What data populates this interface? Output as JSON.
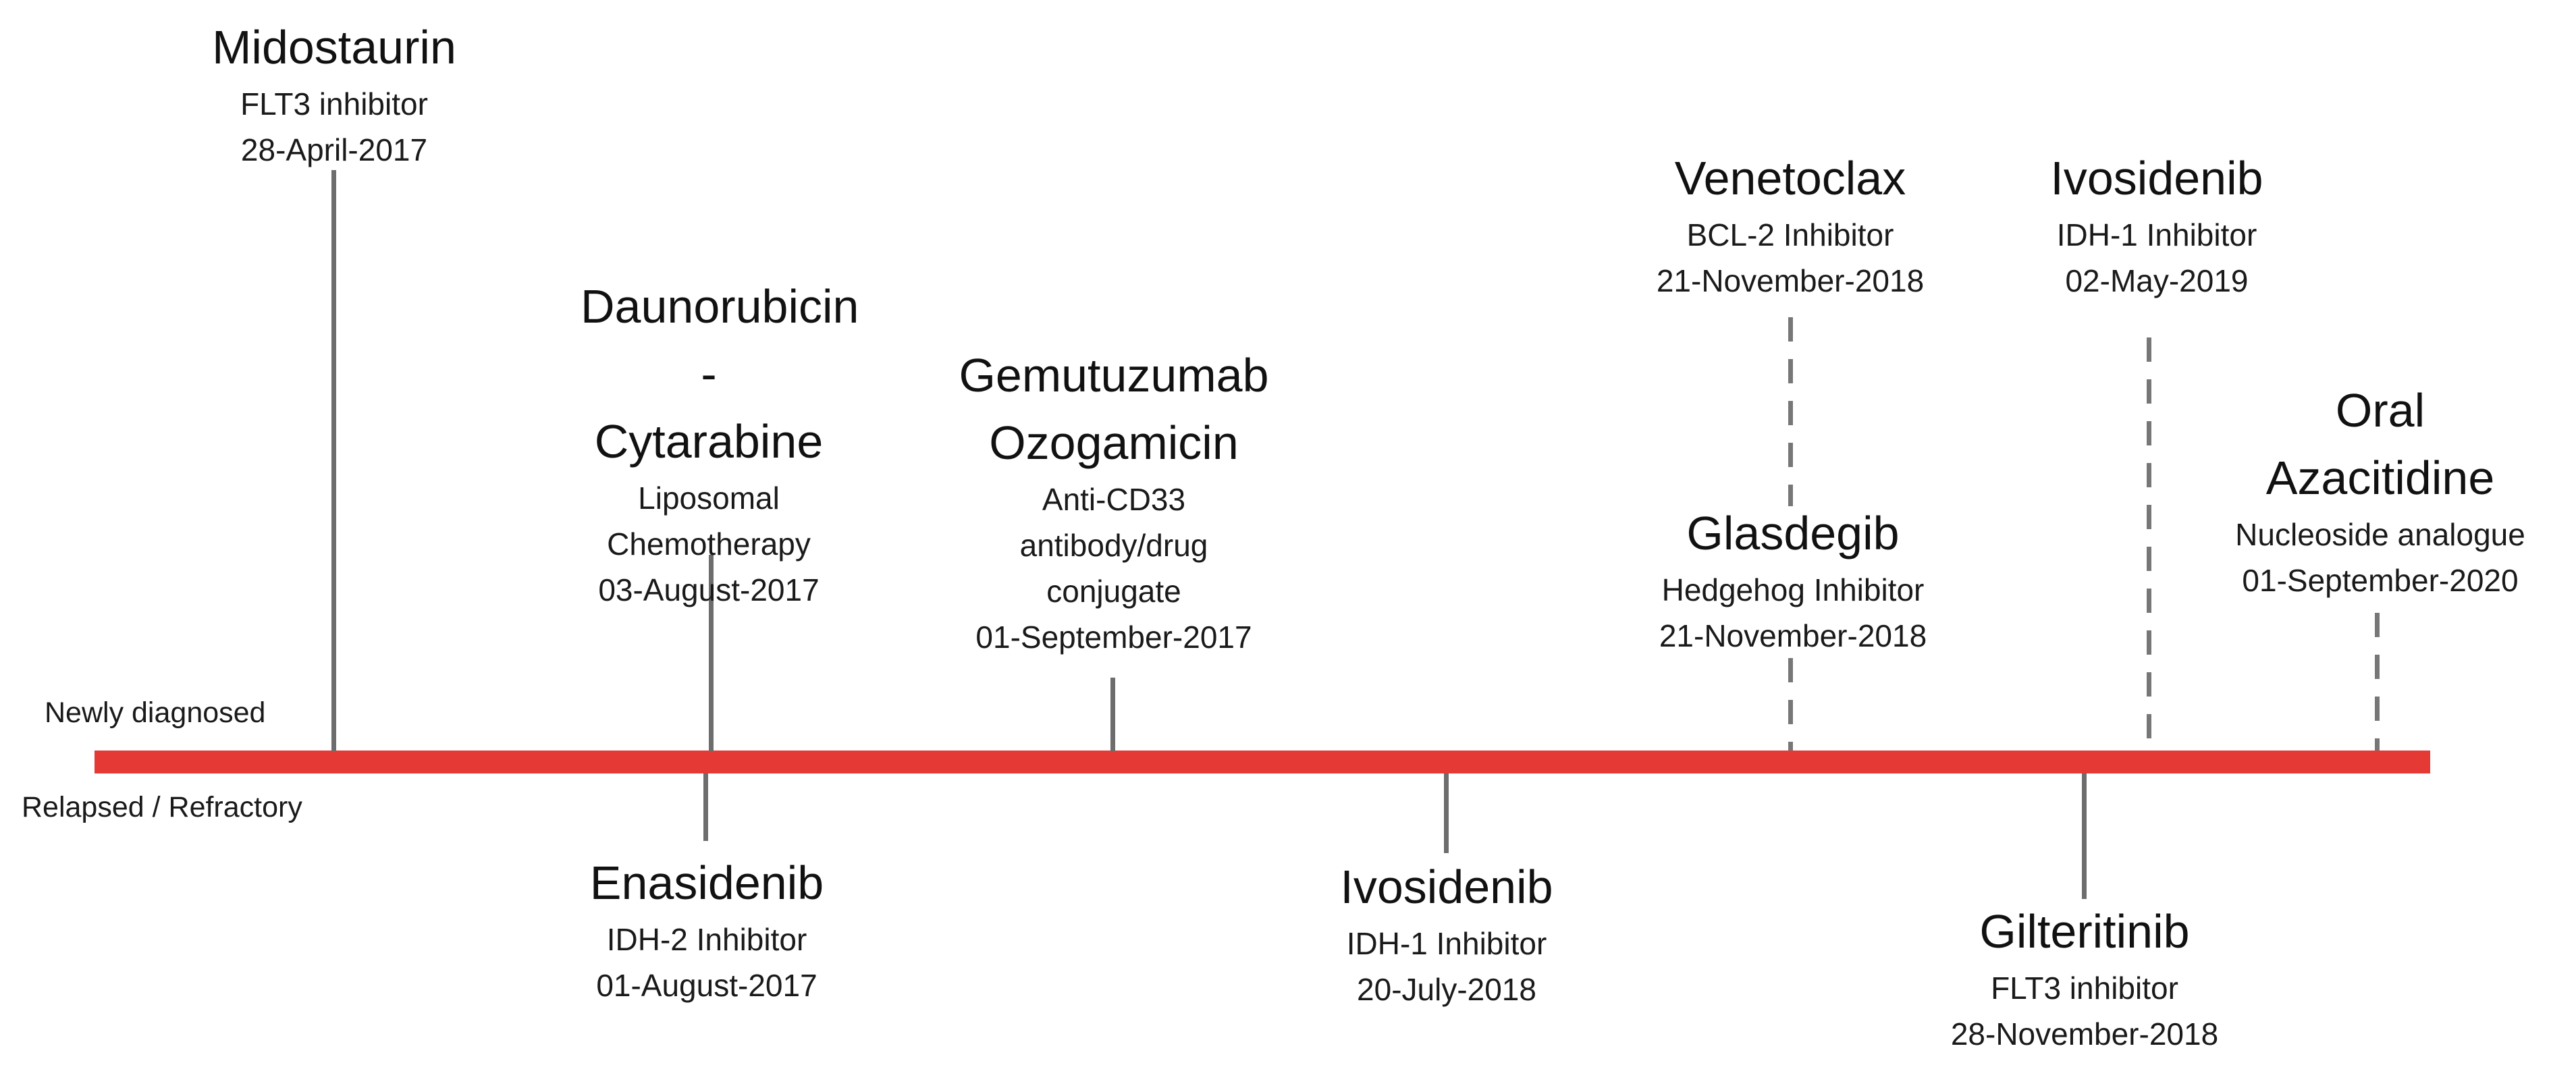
{
  "axis": {
    "top_label": "Newly diagnosed",
    "bottom_label": "Relapsed / Refractory",
    "color": "#e53935"
  },
  "events": [
    {
      "id": "midostaurin",
      "side": "newly-diagnosed",
      "line_style": "solid",
      "name": "Midostaurin",
      "desc": "FLT3 inhibitor",
      "date": "28-April-2017"
    },
    {
      "id": "daunorubicin-cytarabine",
      "side": "newly-diagnosed",
      "line_style": "solid",
      "name": "Daunorubicin - Cytarabine",
      "desc": "Liposomal Chemotherapy",
      "date": "03-August-2017"
    },
    {
      "id": "gemtuzumab",
      "side": "newly-diagnosed",
      "line_style": "solid",
      "name": "Gemutuzumab Ozogamicin",
      "desc": "Anti-CD33 antibody/drug conjugate",
      "date": "01-September-2017"
    },
    {
      "id": "venetoclax",
      "side": "newly-diagnosed",
      "line_style": "dashed",
      "name": "Venetoclax",
      "desc": "BCL-2 Inhibitor",
      "date": "21-November-2018"
    },
    {
      "id": "glasdegib",
      "side": "newly-diagnosed",
      "line_style": "dashed",
      "name": "Glasdegib",
      "desc": "Hedgehog Inhibitor",
      "date": "21-November-2018"
    },
    {
      "id": "ivosidenib-nd",
      "side": "newly-diagnosed",
      "line_style": "dashed",
      "name": "Ivosidenib",
      "desc": "IDH-1 Inhibitor",
      "date": "02-May-2019"
    },
    {
      "id": "oral-azacitidine",
      "side": "newly-diagnosed",
      "line_style": "dashed",
      "name": "Oral Azacitidine",
      "desc": "Nucleoside analogue",
      "date": "01-September-2020"
    },
    {
      "id": "enasidenib",
      "side": "relapsed-refractory",
      "line_style": "solid",
      "name": "Enasidenib",
      "desc": "IDH-2 Inhibitor",
      "date": "01-August-2017"
    },
    {
      "id": "ivosidenib-rr",
      "side": "relapsed-refractory",
      "line_style": "solid",
      "name": "Ivosidenib",
      "desc": "IDH-1 Inhibitor",
      "date": "20-July-2018"
    },
    {
      "id": "gilteritinib",
      "side": "relapsed-refractory",
      "line_style": "solid",
      "name": "Gilteritinib",
      "desc": "FLT3 inhibitor",
      "date": "28-November-2018"
    }
  ]
}
